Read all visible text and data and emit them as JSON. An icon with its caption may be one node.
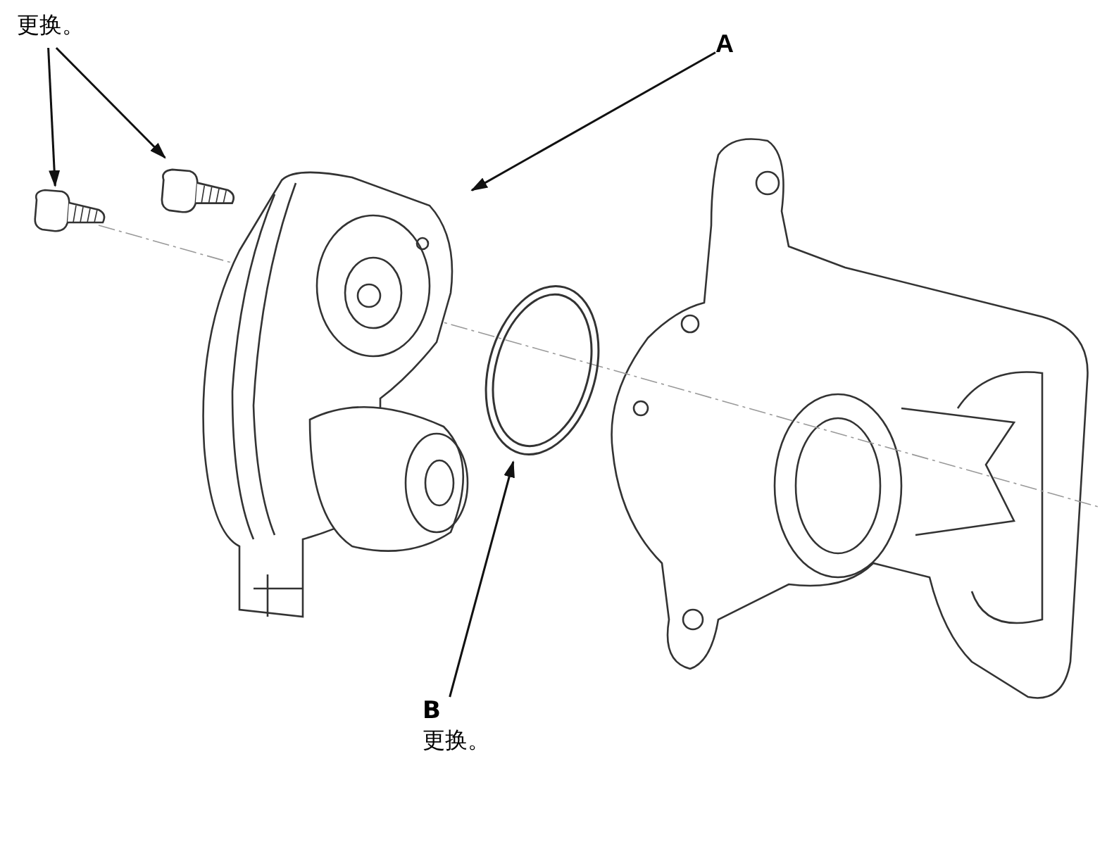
{
  "diagram": {
    "nodes": [
      {
        "text": [
          "更换。"
        ]
      },
      {
        "text": [],
        "shape": "picture"
      },
      {
        "text": [],
        "shape": "picture"
      },
      {
        "text": [
          "A"
        ]
      },
      {
        "text": [],
        "shape": "picture"
      },
      {
        "text": [],
        "shape": "picture"
      },
      {
        "text": [
          "B",
          "更换。"
        ]
      }
    ],
    "edges": [
      {
        "from": 0,
        "to": 1,
        "arrow": "to"
      },
      {
        "from": 0,
        "to": 2,
        "arrow": "to"
      },
      {
        "from": 3,
        "to": 4,
        "arrow": "to"
      },
      {
        "from": 6,
        "to": 5,
        "arrow": "to"
      }
    ]
  }
}
